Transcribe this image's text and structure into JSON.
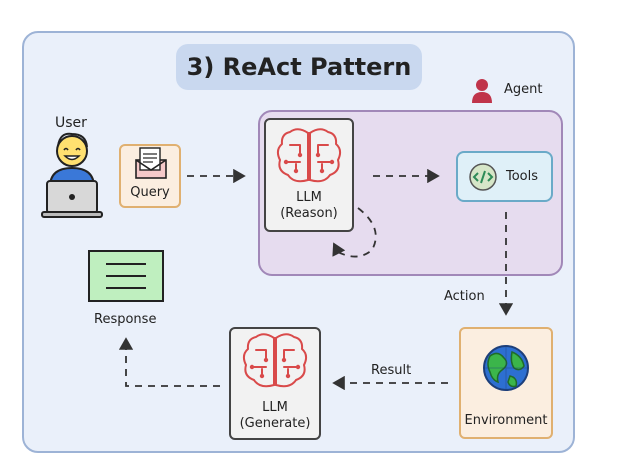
{
  "title": "3) ReAct Pattern",
  "agent": {
    "label": "Agent"
  },
  "user": {
    "label": "User"
  },
  "query": {
    "label": "Query"
  },
  "llm_reason": {
    "line1": "LLM",
    "line2": "(Reason)"
  },
  "tools": {
    "label": "Tools"
  },
  "action": {
    "label": "Action"
  },
  "environment": {
    "label": "Environment"
  },
  "result": {
    "label": "Result"
  },
  "llm_generate": {
    "line1": "LLM",
    "line2": "(Generate)"
  },
  "response": {
    "label": "Response"
  },
  "colors": {
    "frame_bg": "#eaf0fa",
    "agent_bg": "#e6dcef",
    "brain_red": "#d94a4a",
    "agent_icon": "#c0344a",
    "response_green": "#bfefbf"
  },
  "icons": [
    "user-icon",
    "envelope-icon",
    "brain-icon",
    "code-icon",
    "globe-icon",
    "note-icon",
    "agent-person-icon"
  ]
}
